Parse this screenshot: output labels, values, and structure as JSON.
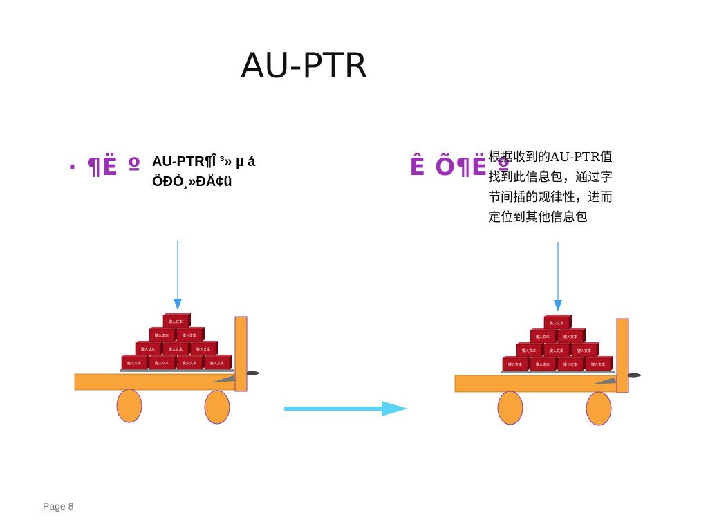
{
  "title": "AU-PTR",
  "left": {
    "label": "· ¶Ë º",
    "note_line1": "AU-PTR¶Î ³» µ á",
    "note_line2": "ÖÐÒ¸»ÐÄ¢ü"
  },
  "right": {
    "label": "Ê Õ¶Ë º",
    "note": "根据收到的AU-PTR值\n找到此信息包，通过字\n节间插的规律性，进而\n定位到其他信息包"
  },
  "block_label": "键入文本",
  "footer": "Page 8",
  "colors": {
    "label": "#9b2fb5",
    "cart": "#f9a438",
    "block": "#b01020",
    "pointer_arrow": "#3d9ef0",
    "transfer_arrow": "#5ad4f2"
  }
}
